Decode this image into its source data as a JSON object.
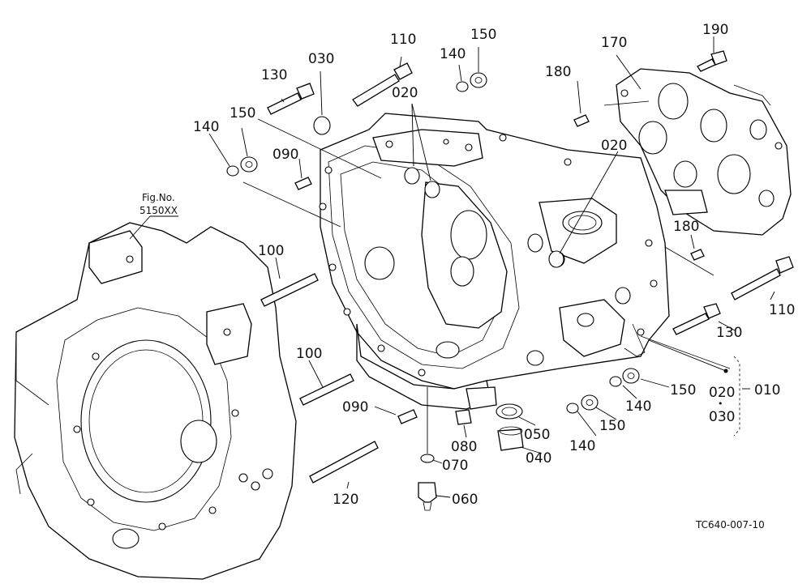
{
  "figure_ref": {
    "line1": "Fig.No.",
    "line2": "5150XX"
  },
  "drawing_code": "TC640-007-10",
  "group": {
    "parent": "010",
    "member_top": "020",
    "member_bottom": "030",
    "dot": "•"
  },
  "callouts": {
    "c110_top": "110",
    "c150_top": "150",
    "c140_top": "140",
    "c030": "030",
    "c130_top": "130",
    "c150_left": "150",
    "c140_left": "140",
    "c020_top": "020",
    "c090_top": "090",
    "c180_top": "180",
    "c170": "170",
    "c190": "190",
    "c020_right": "020",
    "c180_right": "180",
    "c100_top": "100",
    "c110_right": "110",
    "c130_right": "130",
    "c100_bottom": "100",
    "c150_r1": "150",
    "c140_r1": "140",
    "c150_r2": "150",
    "c090_bottom": "090",
    "c080": "080",
    "c050": "050",
    "c140_r2": "140",
    "c070": "070",
    "c040": "040",
    "c120": "120",
    "c060": "060"
  }
}
